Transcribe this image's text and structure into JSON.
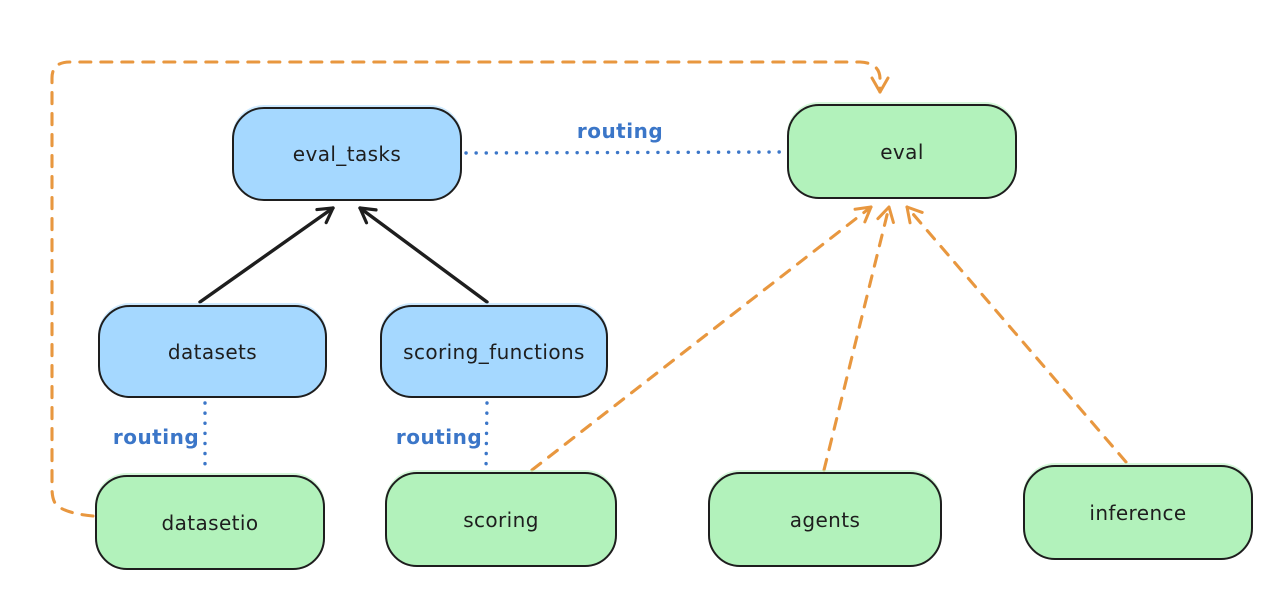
{
  "diagram": {
    "type": "architecture-graph",
    "background": "#ffffff",
    "nodes": [
      {
        "id": "eval_tasks",
        "label": "eval_tasks",
        "color": "blue"
      },
      {
        "id": "eval",
        "label": "eval",
        "color": "green"
      },
      {
        "id": "datasets",
        "label": "datasets",
        "color": "blue"
      },
      {
        "id": "scoring_functions",
        "label": "scoring_functions",
        "color": "blue"
      },
      {
        "id": "datasetio",
        "label": "datasetio",
        "color": "green"
      },
      {
        "id": "scoring",
        "label": "scoring",
        "color": "green"
      },
      {
        "id": "agents",
        "label": "agents",
        "color": "green"
      },
      {
        "id": "inference",
        "label": "inference",
        "color": "green"
      }
    ],
    "edges": [
      {
        "from": "eval_tasks",
        "to": "eval",
        "style": "dotted-blue",
        "label": "routing"
      },
      {
        "from": "datasets",
        "to": "datasetio",
        "style": "dotted-blue",
        "label": "routing"
      },
      {
        "from": "scoring_functions",
        "to": "scoring",
        "style": "dotted-blue",
        "label": "routing"
      },
      {
        "from": "datasets",
        "to": "eval_tasks",
        "style": "solid-black-arrow",
        "label": ""
      },
      {
        "from": "scoring_functions",
        "to": "eval_tasks",
        "style": "solid-black-arrow",
        "label": ""
      },
      {
        "from": "datasetio",
        "to": "eval",
        "style": "dashed-orange-arrow",
        "label": ""
      },
      {
        "from": "scoring",
        "to": "eval",
        "style": "dashed-orange-arrow",
        "label": ""
      },
      {
        "from": "agents",
        "to": "eval",
        "style": "dashed-orange-arrow",
        "label": ""
      },
      {
        "from": "inference",
        "to": "eval",
        "style": "dashed-orange-arrow",
        "label": ""
      }
    ],
    "colors": {
      "node_blue_fill": "#a5d8ff",
      "node_green_fill": "#b2f2bb",
      "node_stroke": "#1e1e1e",
      "routing_blue": "#3b76c8",
      "orange_dashed": "#e8973f",
      "arrow_black": "#1e1e1e"
    }
  }
}
